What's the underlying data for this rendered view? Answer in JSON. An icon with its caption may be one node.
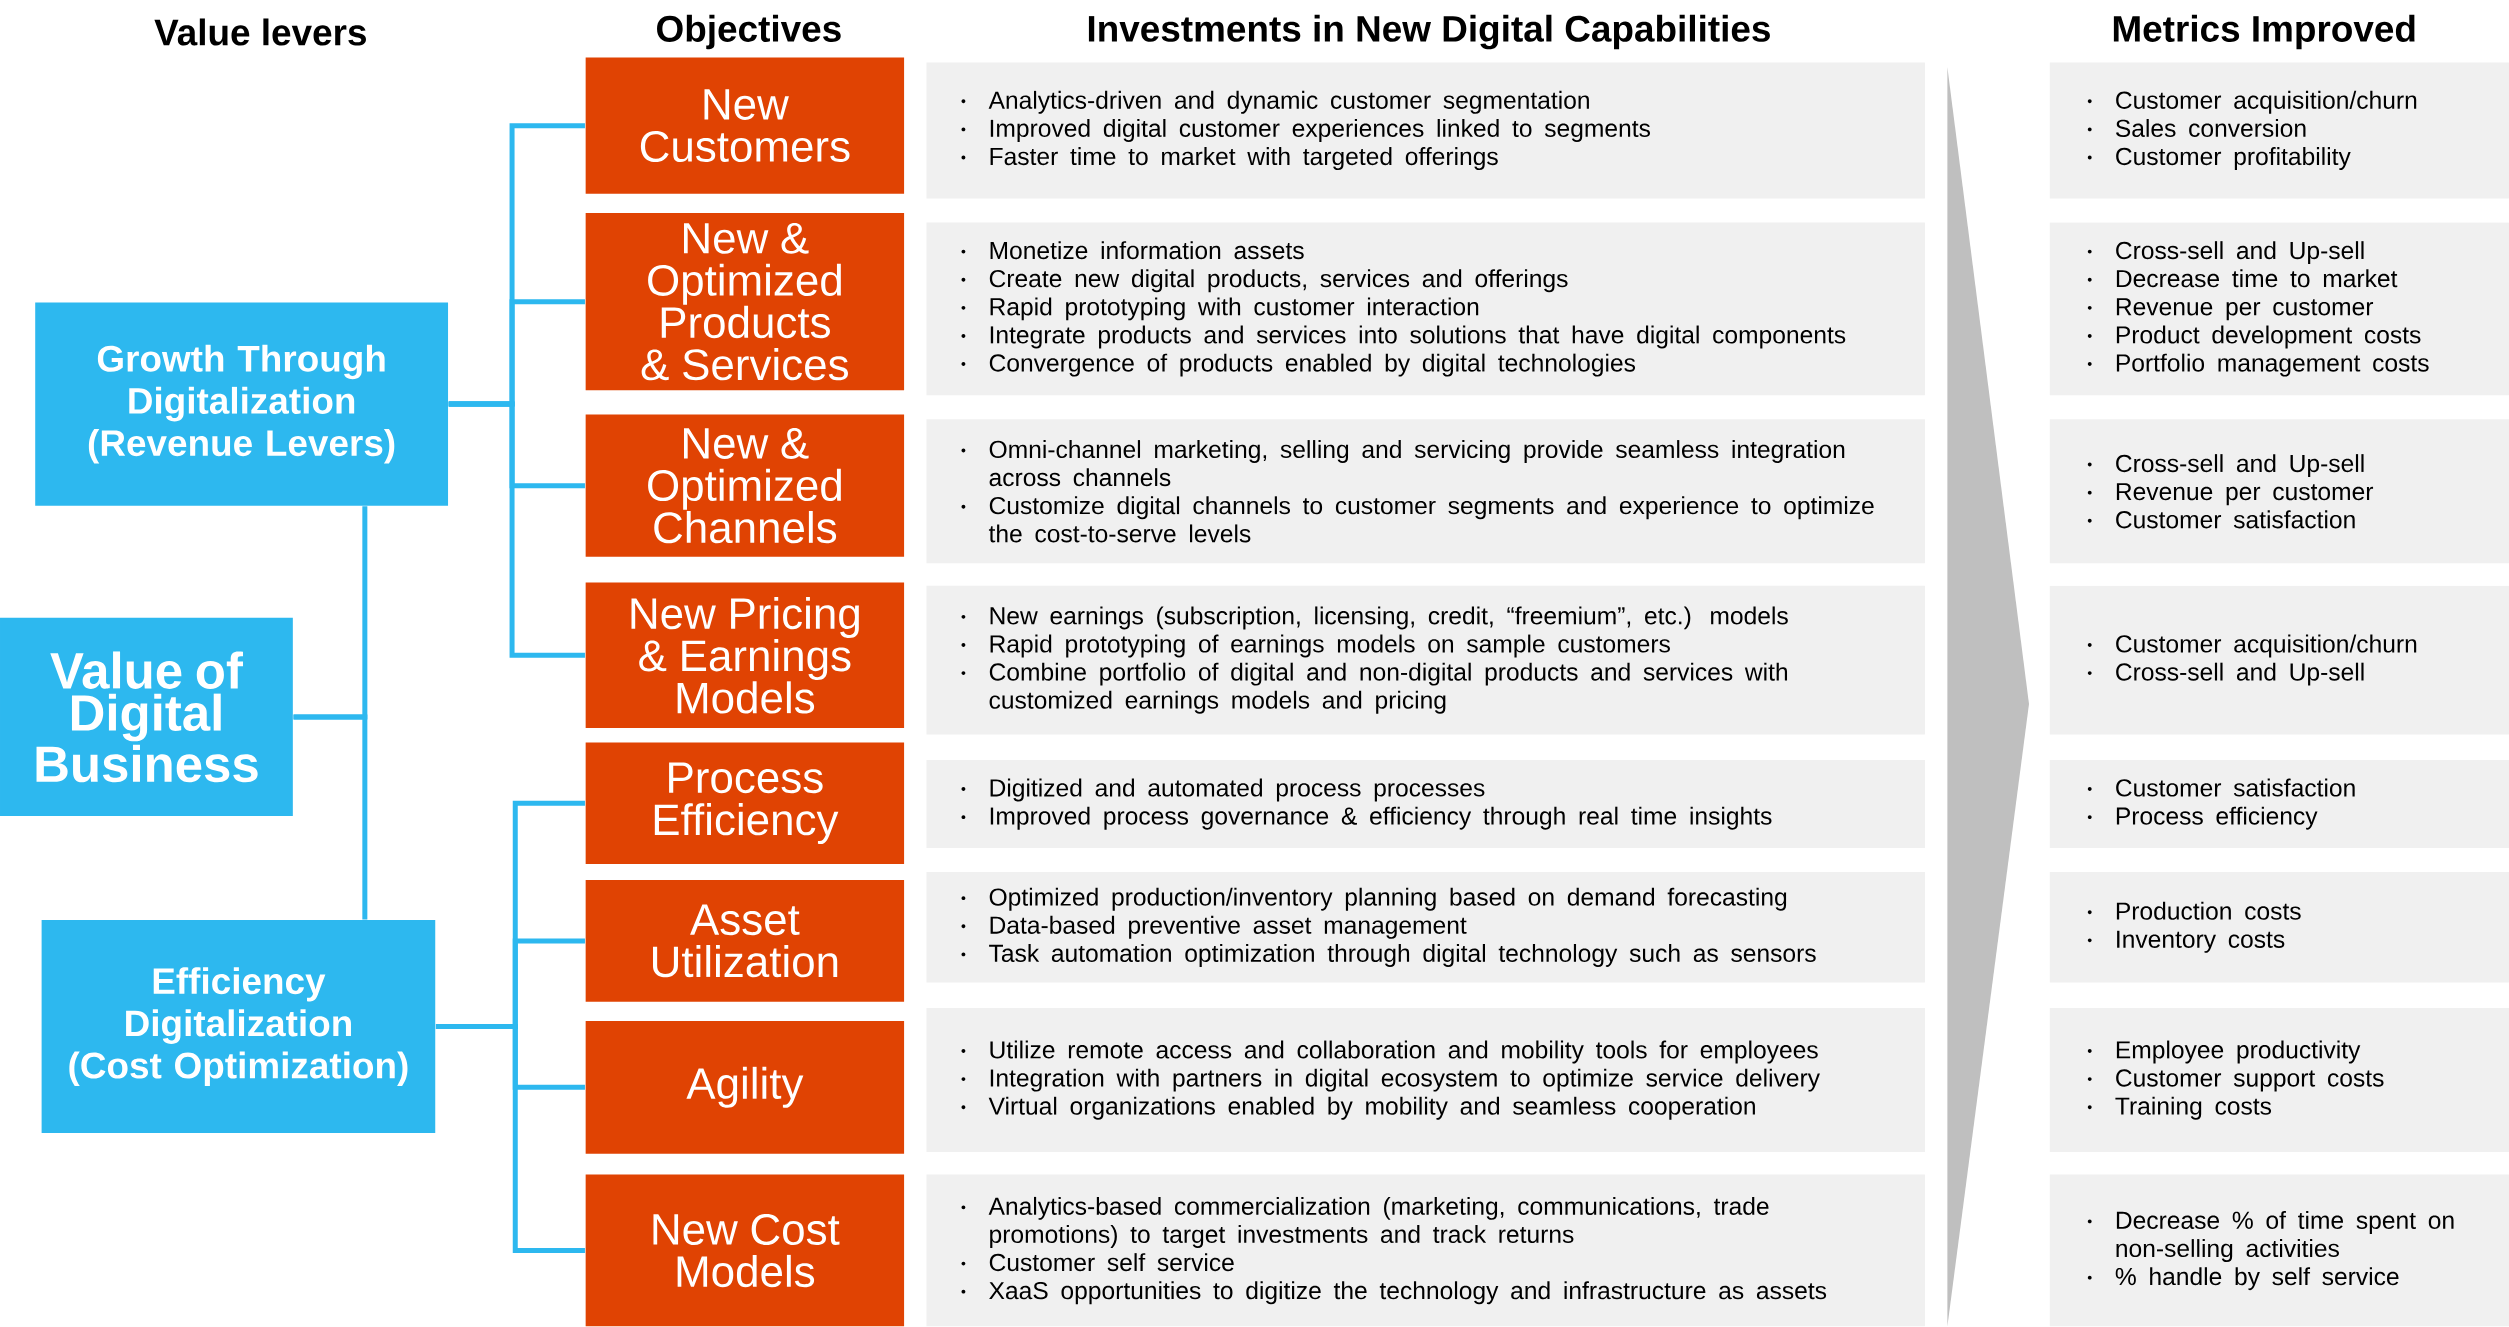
{
  "diagram": {
    "nodes": [
      {
        "text": [
          "Value of Digital Business"
        ]
      },
      {
        "text": [
          "Growth Through Digitalization (Revenue Levers)"
        ]
      },
      {
        "text": [
          "Efficiency Digitalization (Cost Optimization)"
        ]
      },
      {
        "text": [
          "New Customers"
        ]
      },
      {
        "text": [
          "New & Optimized Products & Services"
        ]
      },
      {
        "text": [
          "New & Optimized Channels"
        ]
      },
      {
        "text": [
          "New Pricing & Earnings Models"
        ]
      },
      {
        "text": [
          "Process Efficiency"
        ]
      },
      {
        "text": [
          "Asset Utilization"
        ]
      },
      {
        "text": [
          "Agility"
        ]
      },
      {
        "text": [
          "New Cost Models"
        ]
      },
      {
        "text": [
          "Analytics-driven and dynamic customer segmentation",
          "Improved digital customer experiences linked to segments",
          "Faster time to market with targeted offerings"
        ]
      },
      {
        "text": [
          "Monetize information assets",
          "Create new digital products, services and offerings",
          "Rapid prototyping with customer interaction",
          "Integrate products and services into solutions that have digital components",
          "Convergence of products enabled by digital technologies"
        ]
      },
      {
        "text": [
          "Omni-channel marketing, selling and servicing provide seamless integration across channels",
          "Customize digital channels to customer segments and experience to optimize the cost-to-serve levels"
        ]
      },
      {
        "text": [
          "New earnings (subscription, licensing, credit, “freemium”, etc.) models",
          "Rapid prototyping of earnings models on sample customers",
          "Combine portfolio of digital and non-digital products and services with customized earnings models and pricing"
        ]
      },
      {
        "text": [
          "Digitized and automated process processes",
          "Improved process governance & efficiency through real time insights"
        ]
      },
      {
        "text": [
          "Optimized production/inventory planning based on demand forecasting",
          "Data-based preventive asset management",
          "Task automation optimization through digital technology such as sensors"
        ]
      },
      {
        "text": [
          "Utilize remote access and collaboration and mobility tools for employees",
          "Integration with partners in digital ecosystem to optimize service delivery",
          "Virtual organizations enabled by mobility and seamless cooperation"
        ]
      },
      {
        "text": [
          "Analytics-based commercialization (marketing, communications, trade promotions) to target investments and track returns",
          "Customer self service",
          "XaaS opportunities to digitize the technology and infrastructure as assets"
        ]
      },
      {
        "text": [
          "Customer acquisition/churn",
          "Sales conversion",
          "Customer profitability"
        ]
      },
      {
        "text": [
          "Cross-sell and Up-sell",
          "Decrease time to market",
          "Revenue per customer",
          "Product development costs",
          "Portfolio management costs"
        ]
      },
      {
        "text": [
          "Cross-sell and Up-sell",
          "Revenue per customer",
          "Customer satisfaction"
        ]
      },
      {
        "text": [
          "Customer acquisition/churn",
          "Cross-sell and Up-sell"
        ]
      },
      {
        "text": [
          "Customer satisfaction",
          "Process efficiency"
        ]
      },
      {
        "text": [
          "Production costs",
          "Inventory costs"
        ]
      },
      {
        "text": [
          "Employee productivity",
          "Customer support costs",
          "Training costs"
        ]
      },
      {
        "text": [
          "Decrease % of time spent on non-selling activities",
          "% handle by self service"
        ]
      }
    ],
    "edges": [
      {
        "from": 0,
        "to": 1,
        "arrow": "none"
      },
      {
        "from": 0,
        "to": 2,
        "arrow": "none"
      },
      {
        "from": 1,
        "to": 3,
        "arrow": "none"
      },
      {
        "from": 1,
        "to": 4,
        "arrow": "none"
      },
      {
        "from": 1,
        "to": 5,
        "arrow": "none"
      },
      {
        "from": 1,
        "to": 6,
        "arrow": "none"
      },
      {
        "from": 2,
        "to": 7,
        "arrow": "none"
      },
      {
        "from": 2,
        "to": 8,
        "arrow": "none"
      },
      {
        "from": 2,
        "to": 9,
        "arrow": "none"
      },
      {
        "from": 2,
        "to": 10,
        "arrow": "none"
      }
    ],
    "labels": [
      "Value levers",
      "Objectives",
      "Investments in New Digital Capabilities",
      "Metrics Improved"
    ]
  }
}
